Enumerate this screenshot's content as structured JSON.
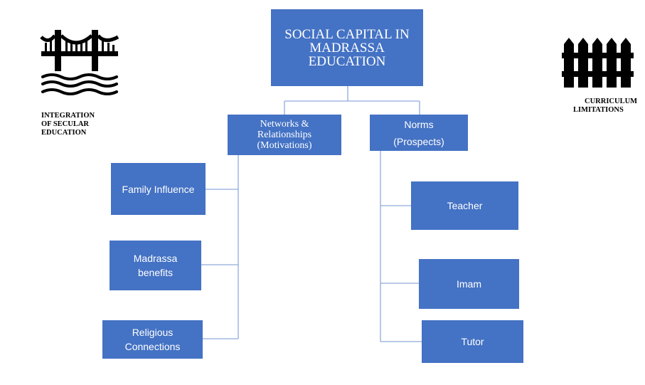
{
  "title": "SOCIAL CAPITAL IN MADRASSA EDUCATION",
  "branches": {
    "networks": {
      "lines": [
        "Networks &",
        "Relationships",
        "(Motivations)"
      ],
      "children": [
        "Family Influence",
        [
          "Madrassa",
          "benefits"
        ],
        [
          "Religious",
          "Connections"
        ]
      ]
    },
    "norms": {
      "lines": [
        "Norms",
        "(Prospects)"
      ],
      "children": [
        "Teacher",
        "Imam",
        "Tutor"
      ]
    }
  },
  "side_labels": {
    "left": [
      "INTEGRATION",
      "OF SECULAR",
      "EDUCATION"
    ],
    "right": [
      "CURRICULUM",
      "LIMITATIONS"
    ]
  },
  "icons": {
    "left": "bridge-icon",
    "right": "fence-icon"
  },
  "colors": {
    "box_fill": "#4472c4",
    "box_text": "#ffffff",
    "connector": "#8faadc"
  }
}
